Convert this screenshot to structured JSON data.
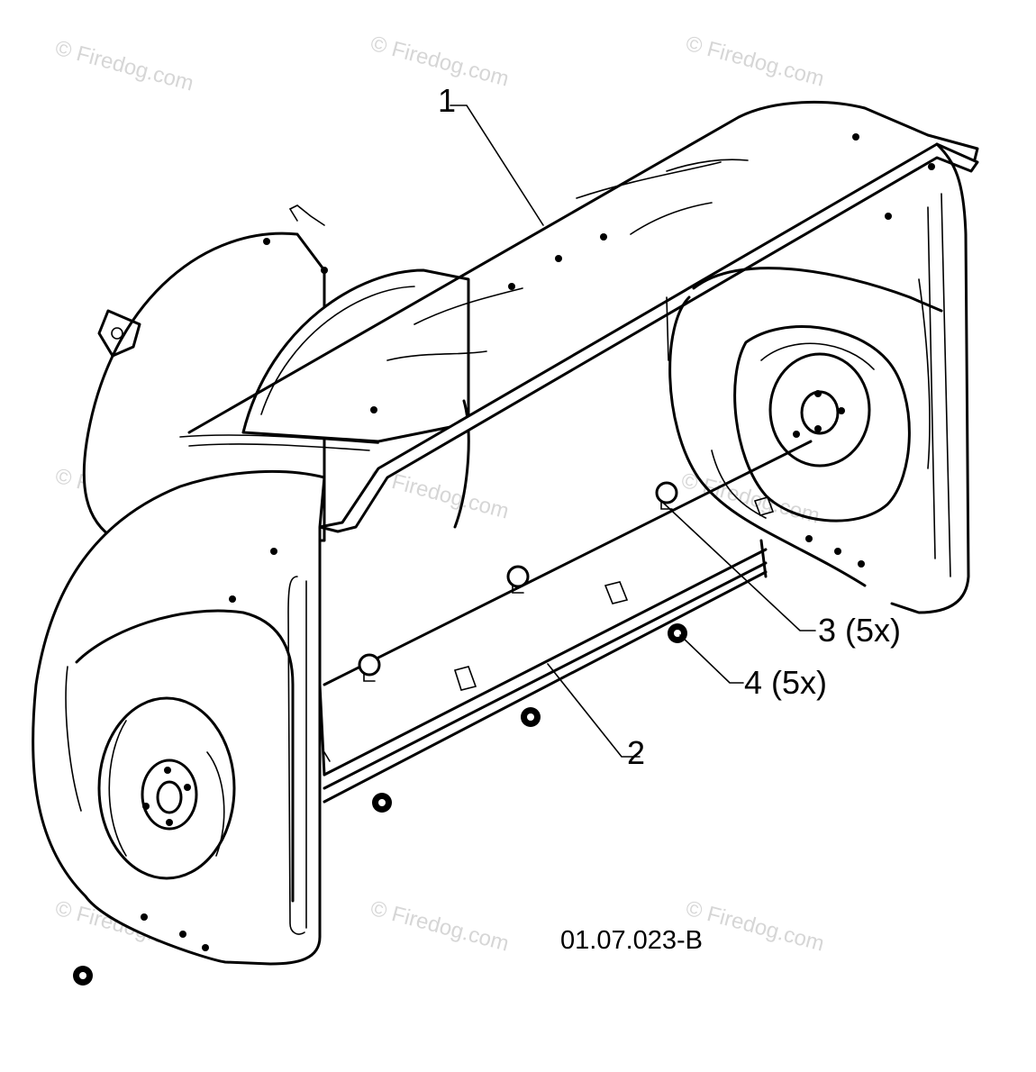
{
  "watermark": {
    "text": "© Firedog.com"
  },
  "callouts": [
    {
      "label": "1"
    },
    {
      "label": "2"
    },
    {
      "label": "3 (5x)"
    },
    {
      "label": "4 (5x)"
    }
  ],
  "drawing_code": "01.07.023-B",
  "colors": {
    "line": "#000000",
    "background": "#ffffff",
    "watermark": "#d6d6d6"
  }
}
